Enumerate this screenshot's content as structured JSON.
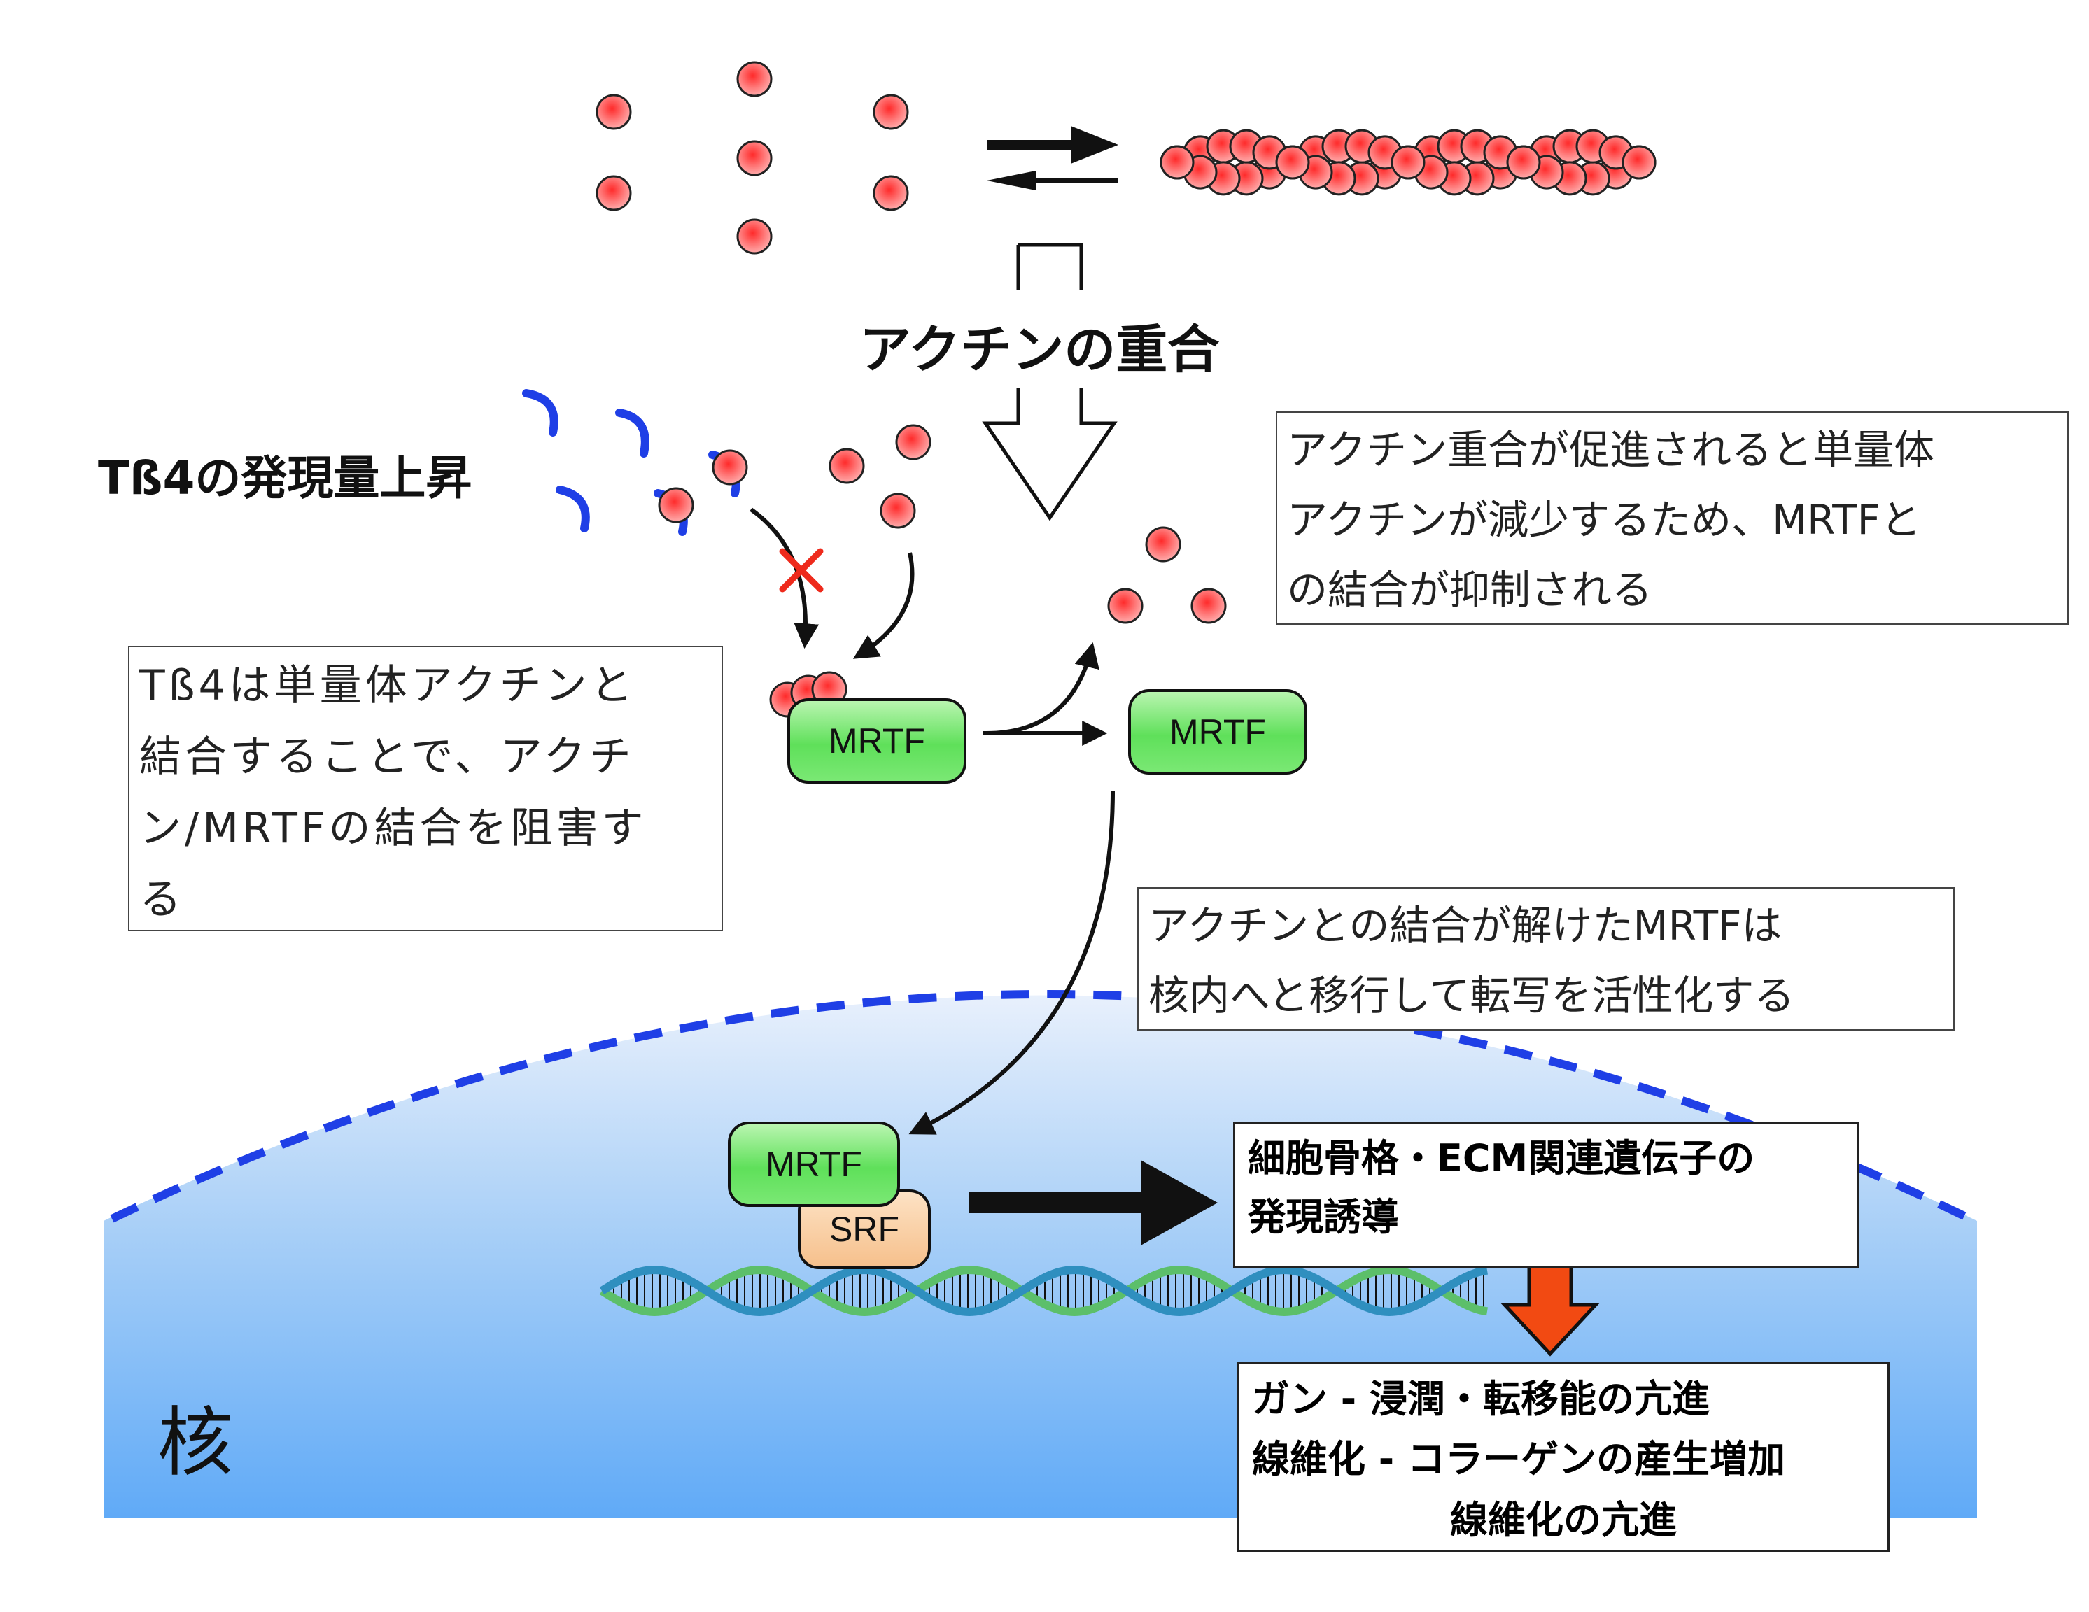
{
  "texts": {
    "polymerization": "アクチンの重合",
    "tb4_increase": "Tß4の発現量上昇",
    "nucleus": "核"
  },
  "notes": {
    "tb4_box": [
      "Tß4は単量体アクチンと",
      "結合することで、アクチ",
      "ン/MRTFの結合を阻害す",
      "る"
    ],
    "polymer_box": [
      "アクチン重合が促進されると単量体",
      "アクチンが減少するため、MRTFと",
      "の結合が抑制される"
    ],
    "translocation_box": [
      "アクチンとの結合が解けたMRTFは",
      "核内へと移行して転写を活性化する"
    ],
    "gene_box": [
      "細胞骨格・ECM関連遺伝子の",
      "発現誘導"
    ],
    "outcome_box": [
      "ガン - 浸潤・転移能の亢進",
      "線維化 - コラーゲンの産生増加",
      "線維化の亢進"
    ]
  },
  "proteins": {
    "mrtf": "MRTF",
    "srf": "SRF"
  },
  "colors": {
    "actin_red": "#e8202a",
    "tb4_blue": "#1f3fe6",
    "mrtf_green": "#5fe05a",
    "srf_orange": "#f6c08c",
    "nucleus_blue": "#60aaf7",
    "outcome_arrow": "#f24a12",
    "inhibit_x": "#ee2a1c",
    "dna_green": "#5cbf6a",
    "dna_blue": "#2f8fbf"
  },
  "icons": {
    "reversible_arrow": "equilibrium-arrows-icon",
    "inhibit_mark": "cross-icon"
  }
}
